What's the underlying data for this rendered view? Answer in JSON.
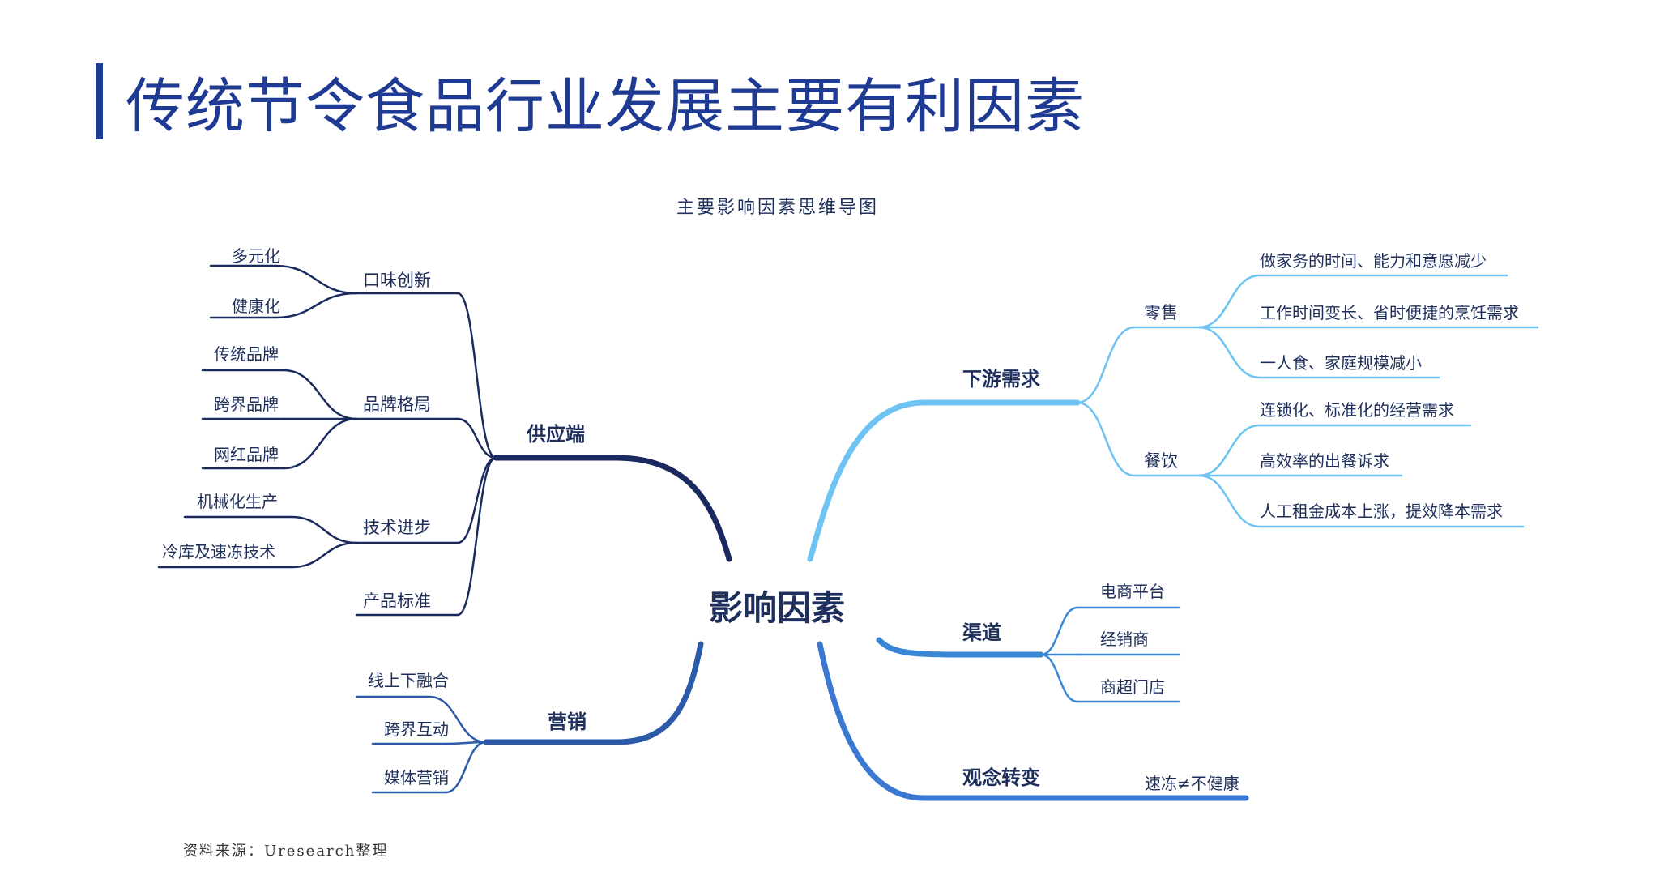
{
  "page": {
    "title": "传统节令食品行业发展主要有利因素",
    "subtitle": "主要影响因素思维导图",
    "source": "资料来源：Uresearch整理"
  },
  "colors": {
    "title": "#1f3a93",
    "text": "#1f2f5c",
    "supply_line": "#1b2a5e",
    "marketing_line": "#2a5aa8",
    "downstream_line": "#6ec3f2",
    "channel_line": "#3a86d6",
    "concept_line": "#3a78d2"
  },
  "mindmap": {
    "center": "影响因素",
    "left": [
      {
        "label": "供应端",
        "children": [
          {
            "label": "口味创新",
            "children": [
              "多元化",
              "健康化"
            ]
          },
          {
            "label": "品牌格局",
            "children": [
              "传统品牌",
              "跨界品牌",
              "网红品牌"
            ]
          },
          {
            "label": "技术进步",
            "children": [
              "机械化生产",
              "冷库及速冻技术"
            ]
          },
          {
            "label": "产品标准",
            "children": []
          }
        ]
      },
      {
        "label": "营销",
        "children": [
          "线上下融合",
          "跨界互动",
          "媒体营销"
        ]
      }
    ],
    "right": [
      {
        "label": "下游需求",
        "children": [
          {
            "label": "零售",
            "children": [
              "做家务的时间、能力和意愿减少",
              "工作时间变长、省时便捷的烹饪需求",
              "一人食、家庭规模减小"
            ]
          },
          {
            "label": "餐饮",
            "children": [
              "连锁化、标准化的经营需求",
              "高效率的出餐诉求",
              "人工租金成本上涨，提效降本需求"
            ]
          }
        ]
      },
      {
        "label": "渠道",
        "children": [
          "电商平台",
          "经销商",
          "商超门店"
        ]
      },
      {
        "label": "观念转变",
        "children": [
          "速冻≠不健康"
        ]
      }
    ]
  }
}
